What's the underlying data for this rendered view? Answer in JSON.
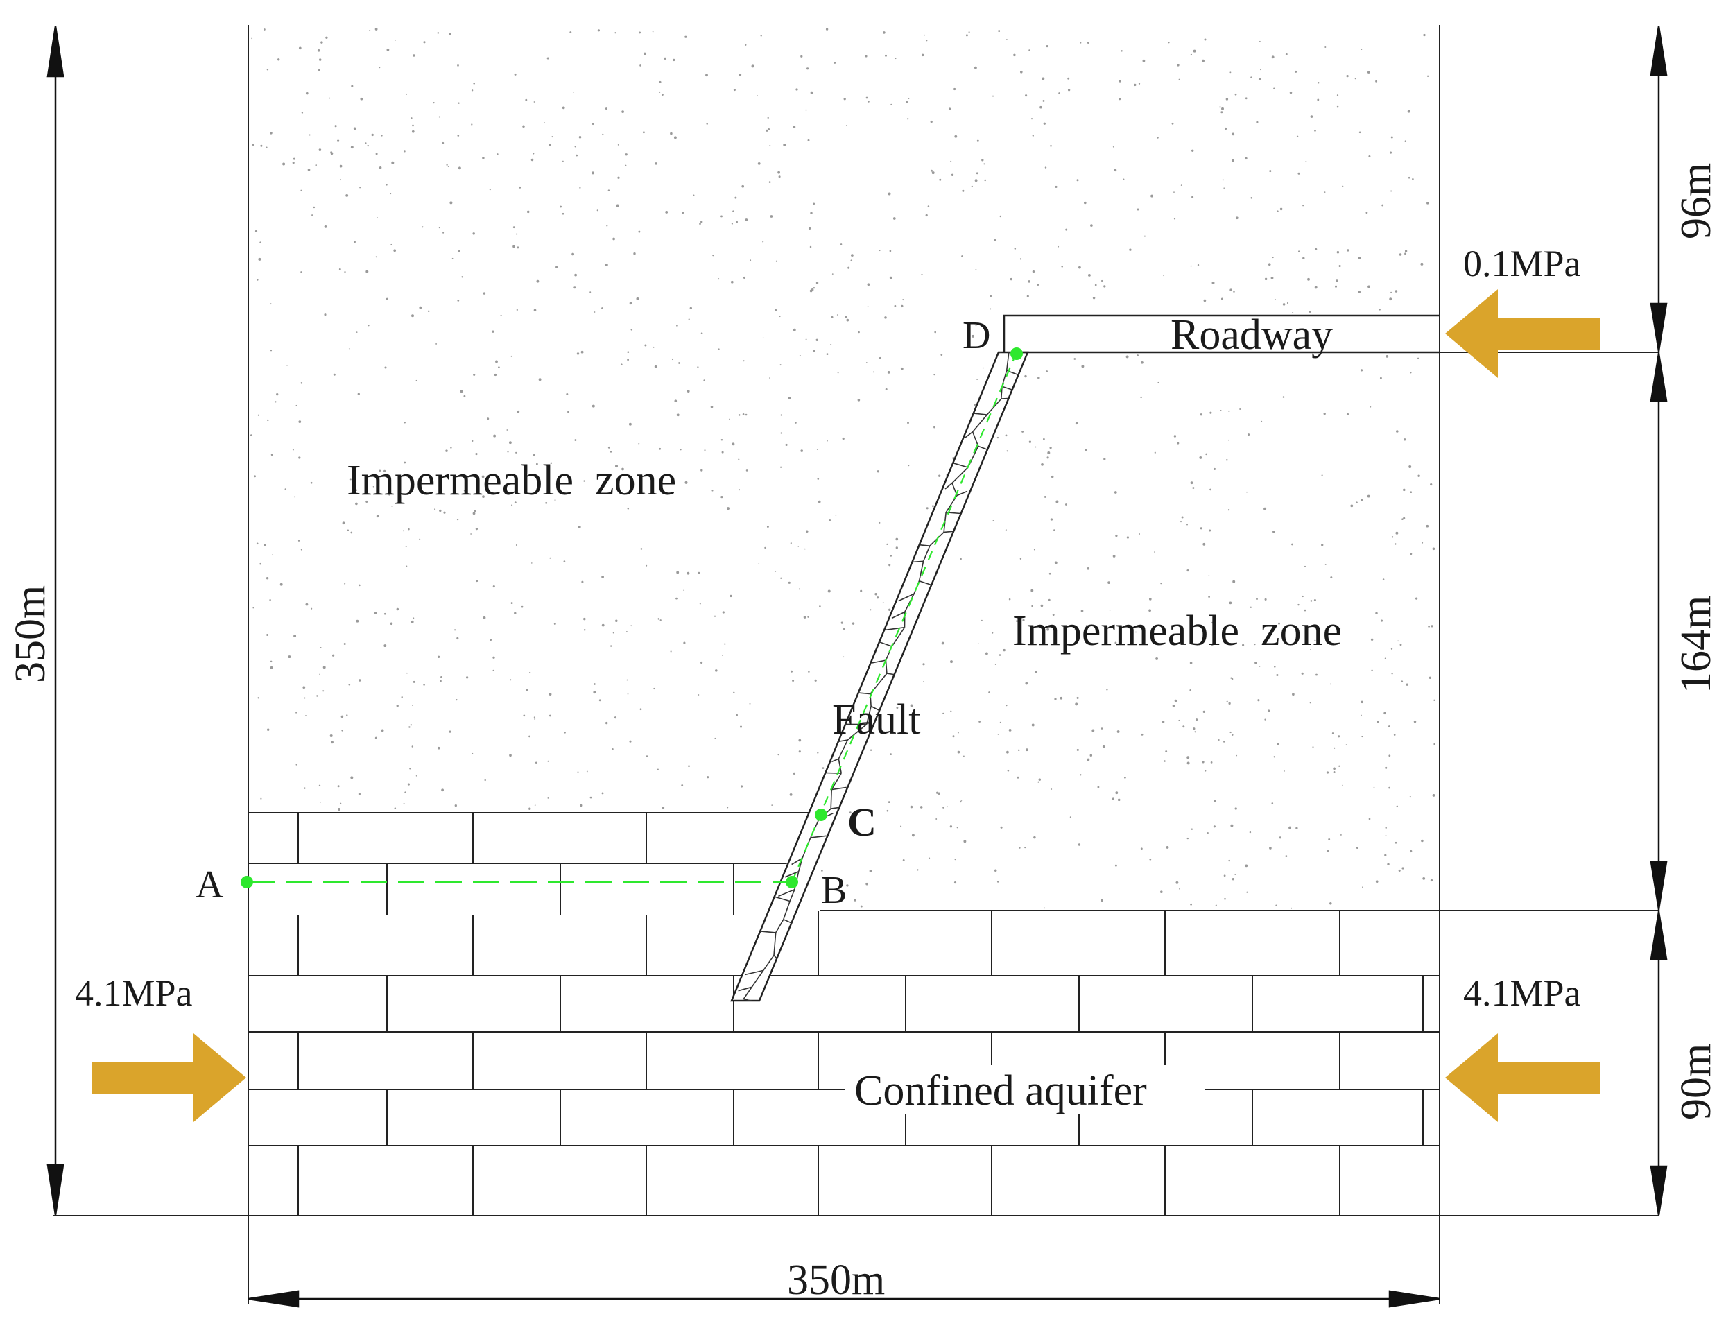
{
  "labels": {
    "impermeable_left": "Impermeable  zone",
    "impermeable_right": "Impermeable  zone",
    "roadway": "Roadway",
    "fault": "Fault",
    "aquifer": "Confined aquifer",
    "point_a": "A",
    "point_b": "B",
    "point_c": "C",
    "point_d": "D"
  },
  "dimensions": {
    "width": "350m",
    "height": "350m",
    "top_segment": "96m",
    "middle_segment": "164m",
    "bottom_segment": "90m"
  },
  "pressures": {
    "roadway": "0.1MPa",
    "left": "4.1MPa",
    "right": "4.1MPa"
  },
  "colors": {
    "arrow": "#DAA42B",
    "path": "#2EE82E",
    "line": "#222222"
  }
}
